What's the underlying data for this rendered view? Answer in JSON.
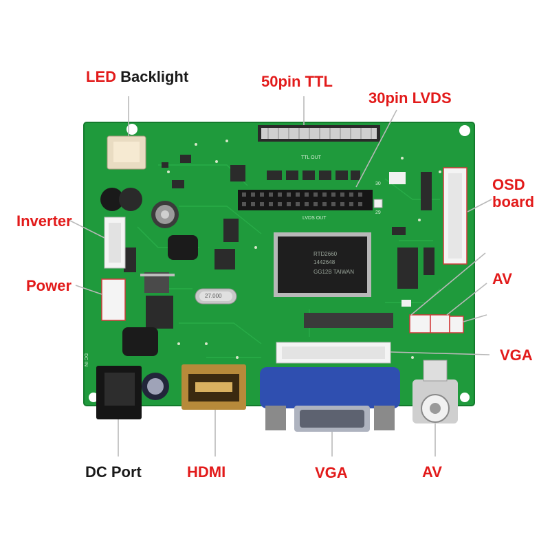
{
  "labels": {
    "led_backlight": {
      "accent": "LED",
      "rest": "Backlight"
    },
    "ttl_50pin": "50pin TTL",
    "lvds_30pin": "30pin LVDS",
    "osd_board": {
      "line1": "OSD",
      "line2": "board"
    },
    "inverter": "Inverter",
    "power": "Power",
    "av_right": "AV",
    "vga_right": "VGA",
    "dc_port": "DC Port",
    "hdmi": "HDMI",
    "vga_bottom": "VGA",
    "av_bottom": "AV"
  },
  "silkscreen": {
    "ttl_out": "TTL OUT",
    "lvds_out": "LVDS OUT",
    "dc_in": "DC IN",
    "pin_30": "30",
    "pin_29": "29",
    "crystal": "27.000"
  },
  "chip_marking": {
    "line1": "RTD2660",
    "line2": "1442648",
    "line3": "GG12B TAIWAN"
  },
  "colors": {
    "pcb": "#1f9a3c",
    "pcb_dark": "#15802f",
    "label_red": "#e21a1a",
    "label_dark": "#1a1a1a",
    "vga_blue": "#2f4fb0",
    "callout_box": "#d23a3a"
  }
}
